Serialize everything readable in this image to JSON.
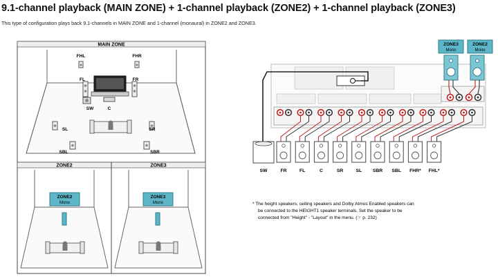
{
  "header": {
    "title": "9.1-channel playback (MAIN ZONE) + 1-channel playback (ZONE2) + 1-channel playback (ZONE3)",
    "subtitle": "This type of configuration plays back 9.1-channels in MAIN ZONE and 1-channel (monaural) in ZONE2 and ZONE3."
  },
  "room_diagram": {
    "main_zone_label": "MAIN ZONE",
    "zone2_label": "ZONE2",
    "zone3_label": "ZONE3",
    "speakers": {
      "fhl": "FHL",
      "fhr": "FHR",
      "fl": "FL",
      "fr": "FR",
      "sw": "SW",
      "c": "C",
      "sl": "SL",
      "sr": "SR",
      "sbl": "SBL",
      "sbr": "SBR"
    },
    "zone2_box": [
      "ZONE2",
      "Mono"
    ],
    "zone3_box": [
      "ZONE3",
      "Mono"
    ]
  },
  "wiring_diagram": {
    "zone3_tag": [
      "ZONE3",
      "Mono"
    ],
    "zone2_tag": [
      "ZONE2",
      "Mono"
    ],
    "speaker_labels": [
      "SW",
      "FR",
      "FL",
      "C",
      "SR",
      "SL",
      "SBR",
      "SBL",
      "FHR*",
      "FHL*"
    ]
  },
  "note": {
    "lines": [
      "* The height speakers, ceiling speakers and Dolby Atmos Enabled speakers can",
      "be connected to the HEIGHT1 speaker terminals. Set the speaker to be",
      "connected from \"Height\" - \"Layout\" in the menu.  (☞ p. 232)"
    ]
  }
}
